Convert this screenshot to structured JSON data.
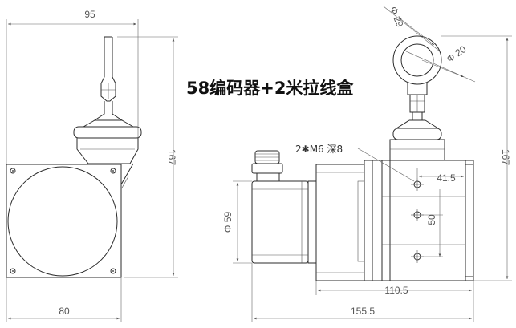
{
  "title": "58编码器+2米拉线盒",
  "front_view": {
    "width_top": "95",
    "width_bottom": "80",
    "height": "167"
  },
  "side_view": {
    "ring_outer": "Φ 29",
    "ring_inner": "Φ 20",
    "encoder_dia": "Φ 59",
    "height": "167",
    "hole_spacing_h": "41.5",
    "hole_spacing_v": "50",
    "box_length": "110.5",
    "total_length": "155.5",
    "thread_callout": "2✱M6 深8"
  }
}
